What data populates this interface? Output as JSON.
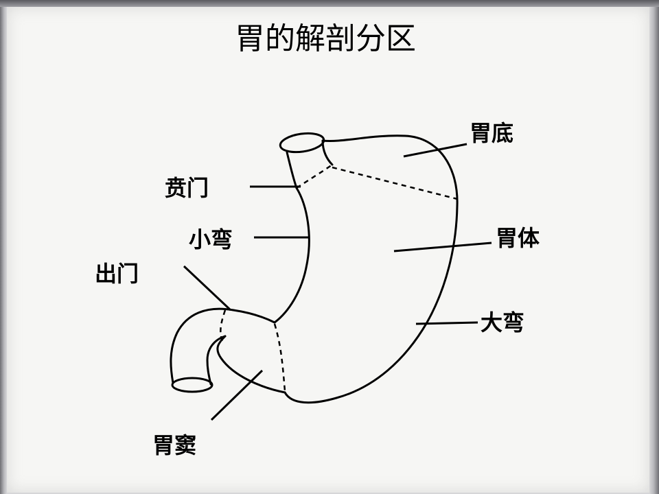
{
  "title": "胃的解剖分区",
  "labels": {
    "fundus": "胃底",
    "cardia": "贲门",
    "lesser_curvature": "小弯",
    "body": "胃体",
    "pylorus": "出门",
    "greater_curvature": "大弯",
    "antrum": "胃窦"
  },
  "colors": {
    "ink": "#000000",
    "paper": "#f6f6f4",
    "border": "#8e8e93"
  }
}
